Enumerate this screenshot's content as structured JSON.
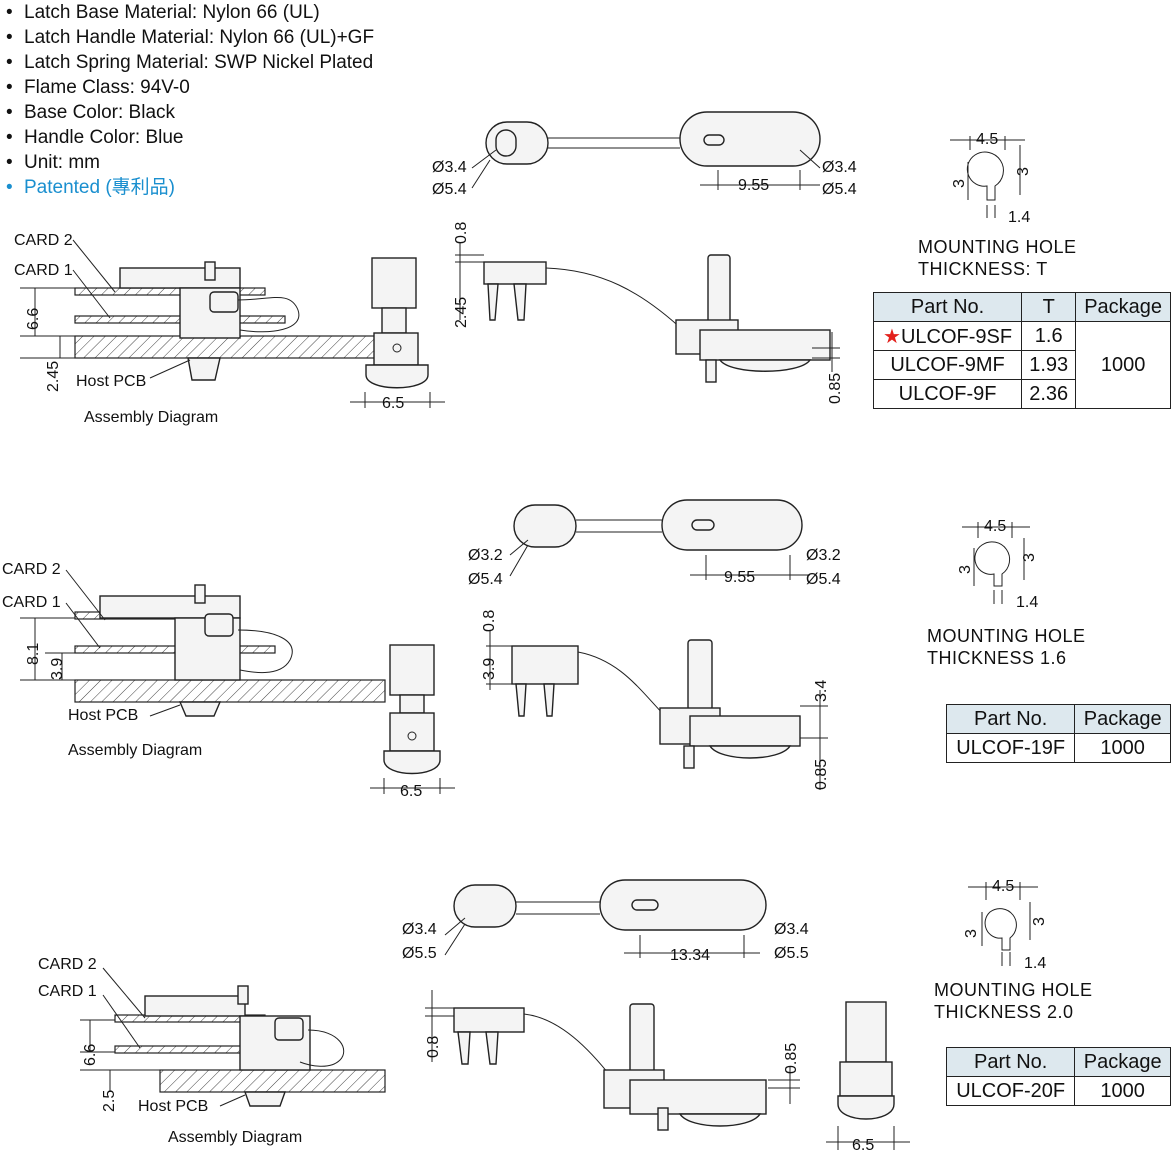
{
  "specs": [
    "Latch Base Material: Nylon 66 (UL)",
    "Latch Handle Material: Nylon 66 (UL)+GF",
    "Latch Spring Material: SWP Nickel Plated",
    "Flame Class: 94V-0",
    "Base Color: Black",
    "Handle Color: Blue",
    "Unit: mm"
  ],
  "patented": "Patented (專利品)",
  "colors": {
    "accent": "#1a8fcf",
    "star": "#e3211c",
    "table_header": "#dde8ee"
  },
  "labels": {
    "card2": "CARD 2",
    "card1": "CARD 1",
    "host_pcb": "Host PCB",
    "assembly": "Assembly Diagram"
  },
  "sections": [
    {
      "dims": {
        "card_gap": "6.6",
        "pcb_gap": "2.45",
        "width": "6.5",
        "top_off": "0.8",
        "side_h": "2.45",
        "foot": "0.85",
        "d_in": "Ø3.4",
        "d_out": "Ø5.4",
        "span": "9.55"
      },
      "hole": {
        "w": "4.5",
        "h1": "3",
        "h2": "3",
        "slot": "1.4",
        "line1": "MOUNTING HOLE",
        "line2": "THICKNESS: T"
      },
      "table": {
        "headers": [
          "Part No.",
          "T",
          "Package"
        ],
        "rows": [
          {
            "part": "ULCOF-9SF",
            "t": "1.6",
            "star": true
          },
          {
            "part": "ULCOF-9MF",
            "t": "1.93"
          },
          {
            "part": "ULCOF-9F",
            "t": "2.36"
          }
        ],
        "package": "1000"
      }
    },
    {
      "dims": {
        "card_gap": "8.1",
        "pcb_gap": "3.9",
        "width": "6.5",
        "top_off": "0.8",
        "side_h": "3.9",
        "foot": "0.85",
        "extra": "3.4",
        "d_in": "Ø3.2",
        "d_out": "Ø5.4",
        "span": "9.55"
      },
      "hole": {
        "w": "4.5",
        "h1": "3",
        "h2": "3",
        "slot": "1.4",
        "line1": "MOUNTING HOLE",
        "line2": "THICKNESS 1.6"
      },
      "table": {
        "headers": [
          "Part No.",
          "Package"
        ],
        "rows": [
          {
            "part": "ULCOF-19F",
            "package": "1000"
          }
        ]
      }
    },
    {
      "dims": {
        "card_gap": "6.6",
        "pcb_gap": "2.5",
        "width": "6.5",
        "top_off": "0.8",
        "foot": "0.85",
        "d_in": "Ø3.4",
        "d_out": "Ø5.5",
        "span": "13.34"
      },
      "hole": {
        "w": "4.5",
        "h1": "3",
        "h2": "3",
        "slot": "1.4",
        "line1": "MOUNTING HOLE",
        "line2": "THICKNESS 2.0"
      },
      "table": {
        "headers": [
          "Part No.",
          "Package"
        ],
        "rows": [
          {
            "part": "ULCOF-20F",
            "package": "1000"
          }
        ]
      }
    }
  ]
}
